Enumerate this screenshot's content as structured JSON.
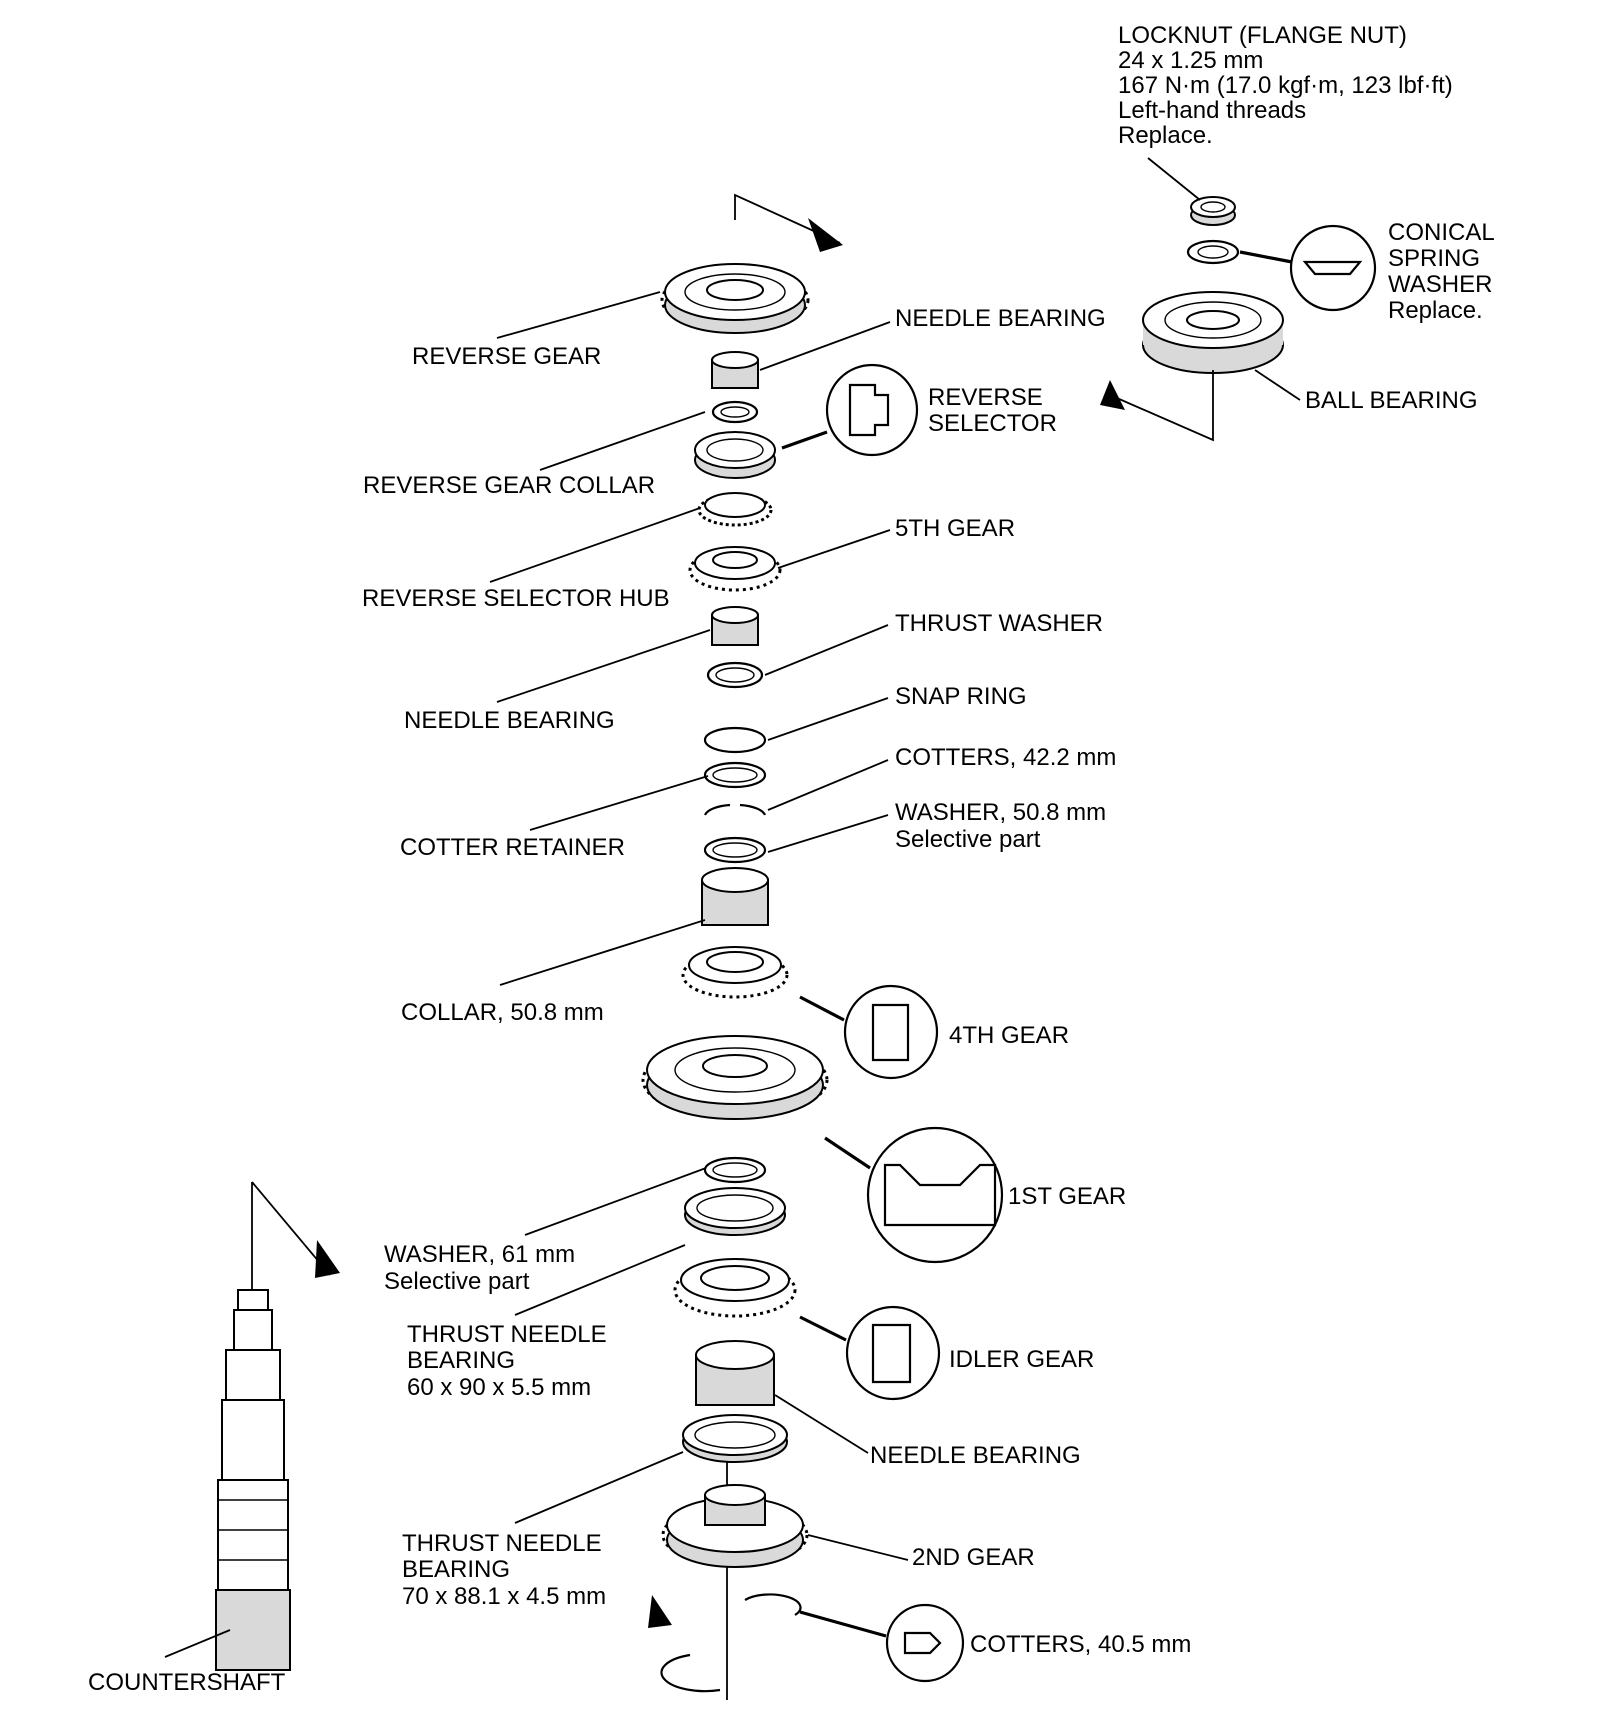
{
  "labels": {
    "locknut": [
      "LOCKNUT (FLANGE NUT)",
      "24 x 1.25 mm",
      "167 N·m (17.0 kgf·m, 123 lbf·ft)",
      "Left-hand threads",
      "Replace."
    ],
    "conical_spring_washer": [
      "CONICAL",
      "SPRING",
      "WASHER",
      "Replace."
    ],
    "ball_bearing": "BALL BEARING",
    "reverse_gear": "REVERSE GEAR",
    "needle_bearing_top": "NEEDLE BEARING",
    "reverse_selector": [
      "REVERSE",
      "SELECTOR"
    ],
    "reverse_gear_collar": "REVERSE GEAR COLLAR",
    "fifth_gear": "5TH GEAR",
    "reverse_selector_hub": "REVERSE SELECTOR HUB",
    "thrust_washer": "THRUST WASHER",
    "needle_bearing_mid": "NEEDLE BEARING",
    "snap_ring": "SNAP RING",
    "cotters_42": "COTTERS, 42.2 mm",
    "cotter_retainer": "COTTER RETAINER",
    "washer_50": [
      "WASHER, 50.8 mm",
      "Selective part"
    ],
    "collar_50": "COLLAR, 50.8 mm",
    "fourth_gear": "4TH GEAR",
    "first_gear": "1ST GEAR",
    "washer_61": [
      "WASHER, 61 mm",
      "Selective part"
    ],
    "thrust_needle_bearing_60": [
      "THRUST NEEDLE",
      "BEARING",
      "60 x 90 x 5.5 mm"
    ],
    "idler_gear": "IDLER GEAR",
    "needle_bearing_bottom": "NEEDLE BEARING",
    "thrust_needle_bearing_70": [
      "THRUST NEEDLE",
      "BEARING",
      "70 x 88.1 x 4.5 mm"
    ],
    "second_gear": "2ND GEAR",
    "cotters_40": "COTTERS, 40.5 mm",
    "countershaft": "COUNTERSHAFT"
  }
}
